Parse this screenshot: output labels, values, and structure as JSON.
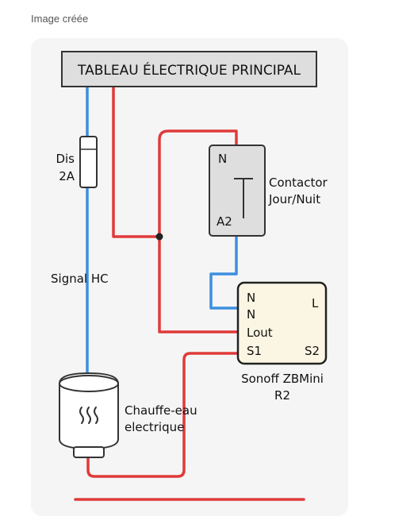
{
  "caption": "Image créée",
  "panel_title": "TABLEAU ÉLECTRIQUE PRINCIPAL",
  "breaker": {
    "line1": "Dis",
    "line2": "2A"
  },
  "signal_label": "Signal HC",
  "contactor": {
    "terminal_top": "N",
    "terminal_bottom": "A2",
    "label_line1": "Contactor",
    "label_line2": "Jour/Nuit"
  },
  "zbmini": {
    "terminal_n1": "N",
    "terminal_n2": "N",
    "terminal_lout": "Lout",
    "terminal_s1": "S1",
    "terminal_l": "L",
    "terminal_s2": "S2",
    "label_line1": "Sonoff ZBMini",
    "label_line2": "R2"
  },
  "heater": {
    "label_line1": "Chauffe-eau",
    "label_line2": "electrique"
  },
  "colors": {
    "red_wire": "#e03a3a",
    "blue_wire": "#3d8fe0",
    "panel_fill": "#dedede",
    "module_fill": "#fbf6e3"
  }
}
